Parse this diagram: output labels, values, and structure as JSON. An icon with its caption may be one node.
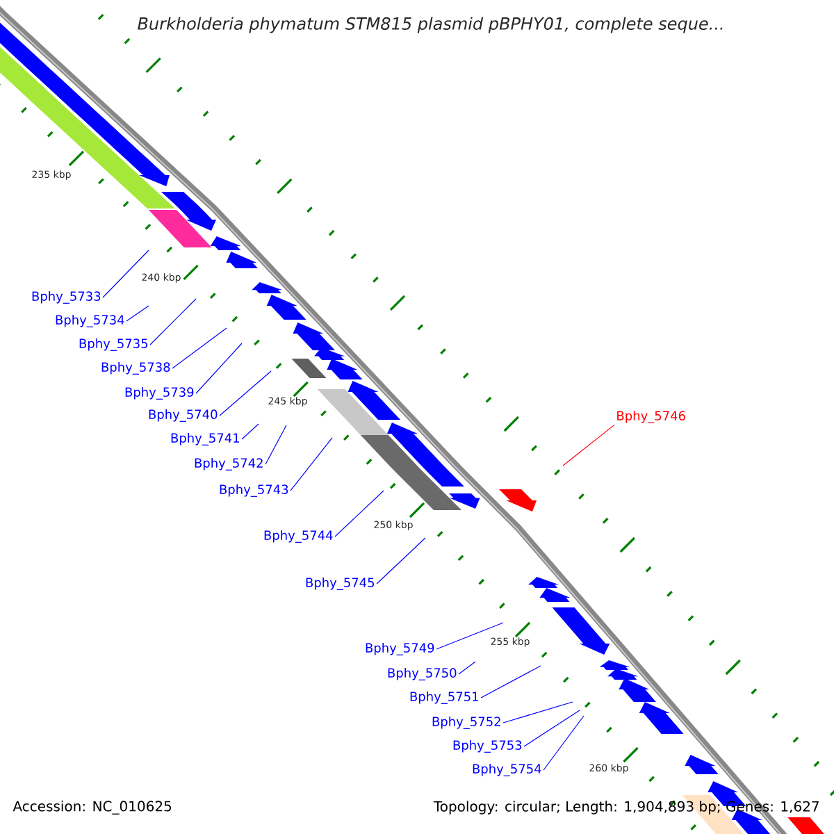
{
  "diagram": {
    "title": "Burkholderia phymatum STM815 plasmid pBPHY01, complete seque...",
    "nodes": [
      {
        "text": [
          "Bphy_5733"
        ]
      },
      {
        "text": [
          "Bphy_5734"
        ]
      },
      {
        "text": [
          "Bphy_5735"
        ]
      },
      {
        "text": [
          "Bphy_5738"
        ]
      },
      {
        "text": [
          "Bphy_5739"
        ]
      },
      {
        "text": [
          "Bphy_5740"
        ]
      },
      {
        "text": [
          "Bphy_5741"
        ]
      },
      {
        "text": [
          "Bphy_5742"
        ]
      },
      {
        "text": [
          "Bphy_5743"
        ]
      },
      {
        "text": [
          "Bphy_5744"
        ]
      },
      {
        "text": [
          "Bphy_5745"
        ]
      },
      {
        "text": [
          "Bphy_5746"
        ]
      },
      {
        "text": [
          "Bphy_5749"
        ]
      },
      {
        "text": [
          "Bphy_5750"
        ]
      },
      {
        "text": [
          "Bphy_5751"
        ]
      },
      {
        "text": [
          "Bphy_5752"
        ]
      },
      {
        "text": [
          "Bphy_5753"
        ]
      },
      {
        "text": [
          "Bphy_5754"
        ]
      }
    ],
    "edges": [
      {
        "from": 0,
        "to": null,
        "arrow": "none"
      },
      {
        "from": 1,
        "to": null,
        "arrow": "none"
      },
      {
        "from": 2,
        "to": null,
        "arrow": "none"
      },
      {
        "from": 3,
        "to": null,
        "arrow": "none"
      },
      {
        "from": 4,
        "to": null,
        "arrow": "none"
      },
      {
        "from": 5,
        "to": null,
        "arrow": "none"
      },
      {
        "from": 6,
        "to": null,
        "arrow": "none"
      },
      {
        "from": 7,
        "to": null,
        "arrow": "none"
      },
      {
        "from": 8,
        "to": null,
        "arrow": "none"
      },
      {
        "from": 9,
        "to": null,
        "arrow": "none"
      },
      {
        "from": 10,
        "to": null,
        "arrow": "none"
      },
      {
        "from": 11,
        "to": null,
        "arrow": "none",
        "color": "#ff0000"
      },
      {
        "from": 12,
        "to": null,
        "arrow": "none"
      },
      {
        "from": 13,
        "to": null,
        "arrow": "none"
      },
      {
        "from": 14,
        "to": null,
        "arrow": "none"
      },
      {
        "from": 15,
        "to": null,
        "arrow": "none"
      },
      {
        "from": 16,
        "to": null,
        "arrow": "none"
      },
      {
        "from": 17,
        "to": null,
        "arrow": "none"
      }
    ],
    "labels": [
      "235 kbp",
      "240 kbp",
      "245 kbp",
      "250 kbp",
      "255 kbp",
      "260 kbp",
      "Accession: NC_010625",
      "Topology: circular; Length: 1,904,893 bp; Genes: 1,627"
    ]
  }
}
